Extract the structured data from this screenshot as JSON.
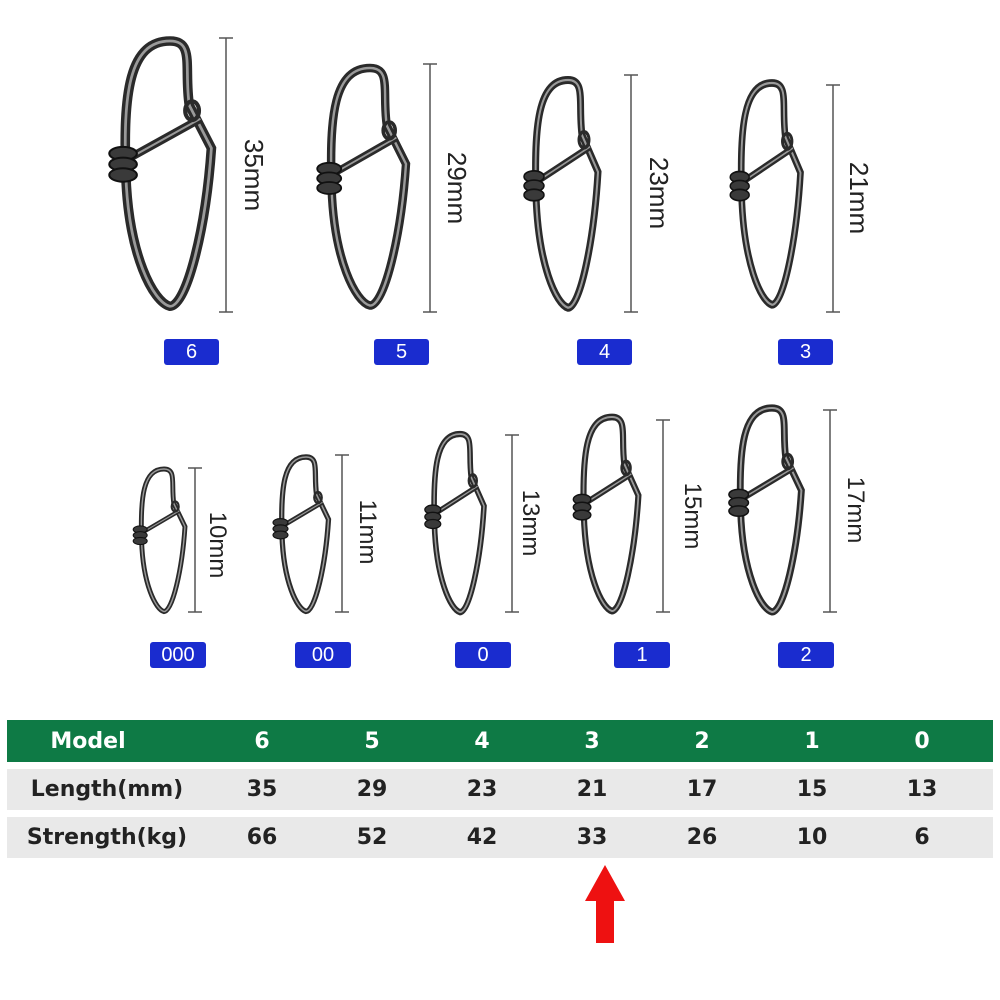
{
  "snaps_row1": [
    {
      "model": "6",
      "length": "35mm"
    },
    {
      "model": "5",
      "length": "29mm"
    },
    {
      "model": "4",
      "length": "23mm"
    },
    {
      "model": "3",
      "length": "21mm"
    }
  ],
  "snaps_row2": [
    {
      "model": "000",
      "length": "10mm"
    },
    {
      "model": "00",
      "length": "11mm"
    },
    {
      "model": "0",
      "length": "13mm"
    },
    {
      "model": "1",
      "length": "15mm"
    },
    {
      "model": "2",
      "length": "17mm"
    }
  ],
  "table": {
    "header_label": "Model",
    "models": [
      "6",
      "5",
      "4",
      "3",
      "2",
      "1",
      "0"
    ],
    "rows": [
      {
        "label": "Length(mm)",
        "values": [
          "35",
          "29",
          "23",
          "21",
          "17",
          "15",
          "13"
        ]
      },
      {
        "label": "Strength(kg)",
        "values": [
          "66",
          "52",
          "42",
          "33",
          "26",
          "10",
          "6"
        ]
      }
    ]
  },
  "highlight_model": "3",
  "colors": {
    "header_bg": "#0e7a45",
    "row_bg": "#e9e9e9",
    "badge_bg": "#1a2ccf",
    "arrow": "#ee1111"
  },
  "icons": {
    "snap": "fishing-snap-icon",
    "arrow": "red-up-arrow-icon"
  }
}
